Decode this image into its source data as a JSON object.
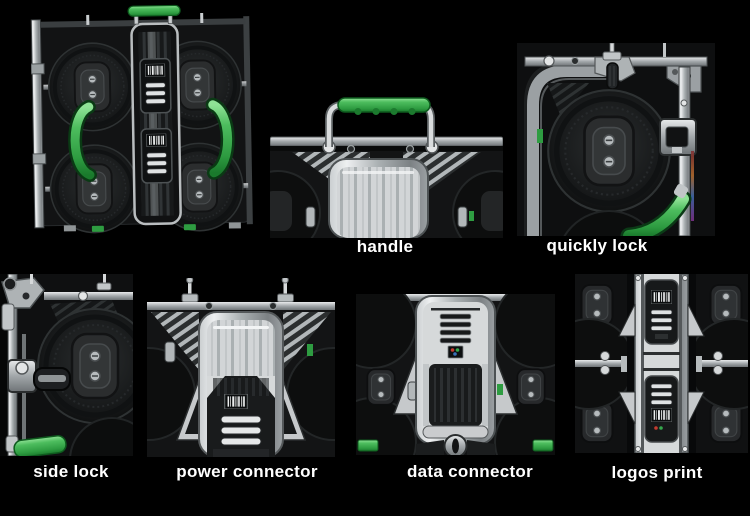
{
  "page": {
    "background_color": "#000000",
    "accent_green": "#3aa24b",
    "caption_color": "#ffffff"
  },
  "tiles": {
    "handle": {
      "caption": "handle"
    },
    "quickly_lock": {
      "caption": "quickly lock"
    },
    "side_lock": {
      "caption": "side lock"
    },
    "power_connector": {
      "caption": "power connector"
    },
    "data_connector": {
      "caption": "data connector"
    },
    "logos_print": {
      "caption": "logos print"
    }
  }
}
